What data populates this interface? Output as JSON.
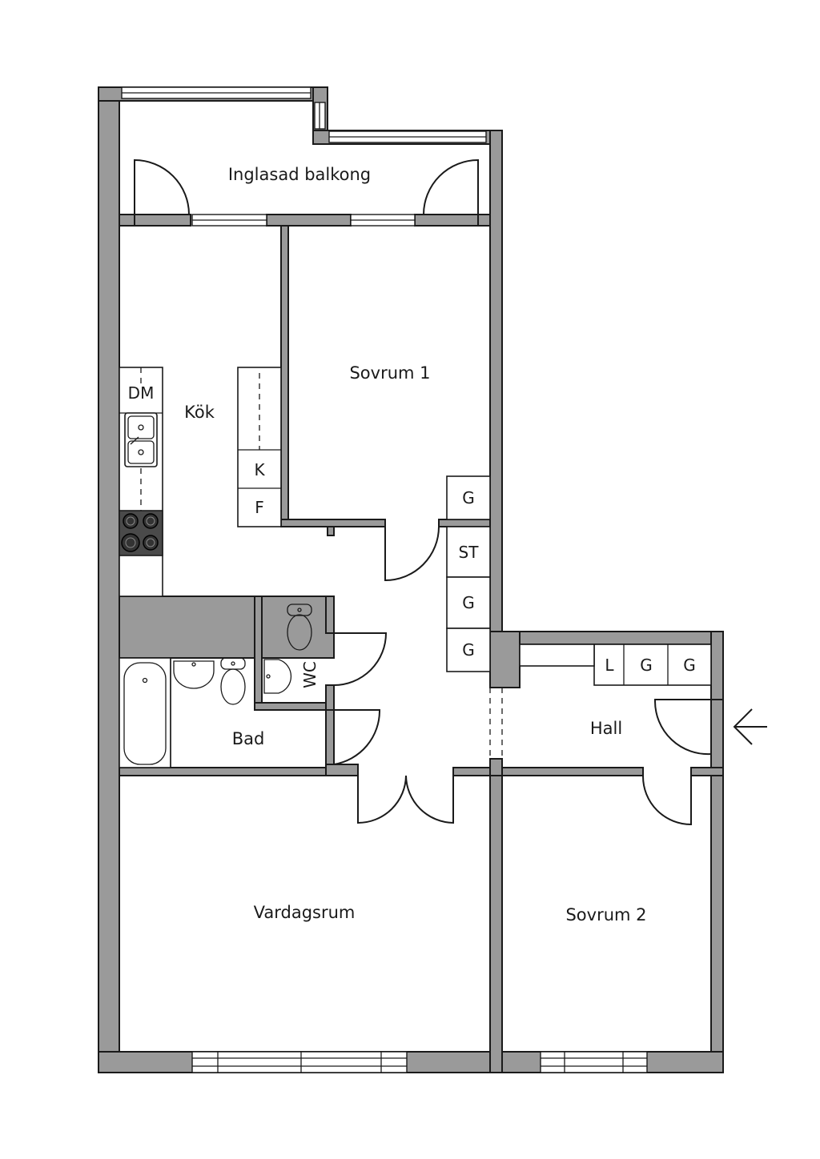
{
  "plan": {
    "rooms": {
      "balcony": "Inglasad balkong",
      "kitchen": "Kök",
      "bedroom1": "Sovrum 1",
      "bathroom": "Bad",
      "hall": "Hall",
      "living": "Vardagsrum",
      "bedroom2": "Sovrum 2"
    },
    "fixtures": {
      "dishwasher": "DM",
      "fridge_k": "K",
      "freezer_f": "F",
      "closet_bed1": "G",
      "storage_st": "ST",
      "closet_mid1": "G",
      "closet_mid2": "G",
      "linen_l": "L",
      "closet_hall1": "G",
      "closet_hall2": "G",
      "wc": "WC"
    }
  }
}
